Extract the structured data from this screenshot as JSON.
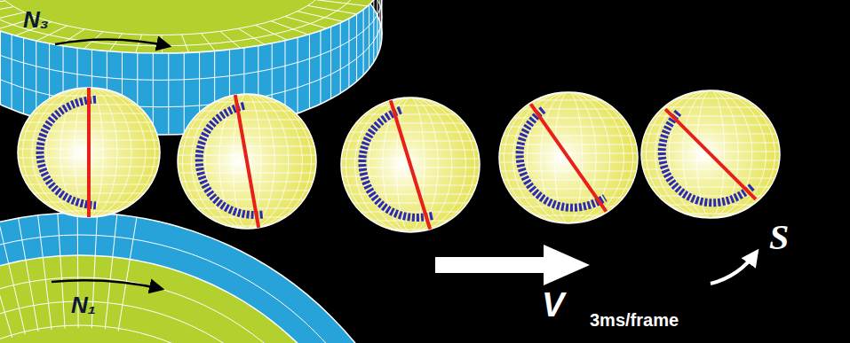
{
  "diagram": {
    "labels": [
      "N₃",
      "N₁",
      "V",
      "S",
      "3ms/frame"
    ]
  }
}
